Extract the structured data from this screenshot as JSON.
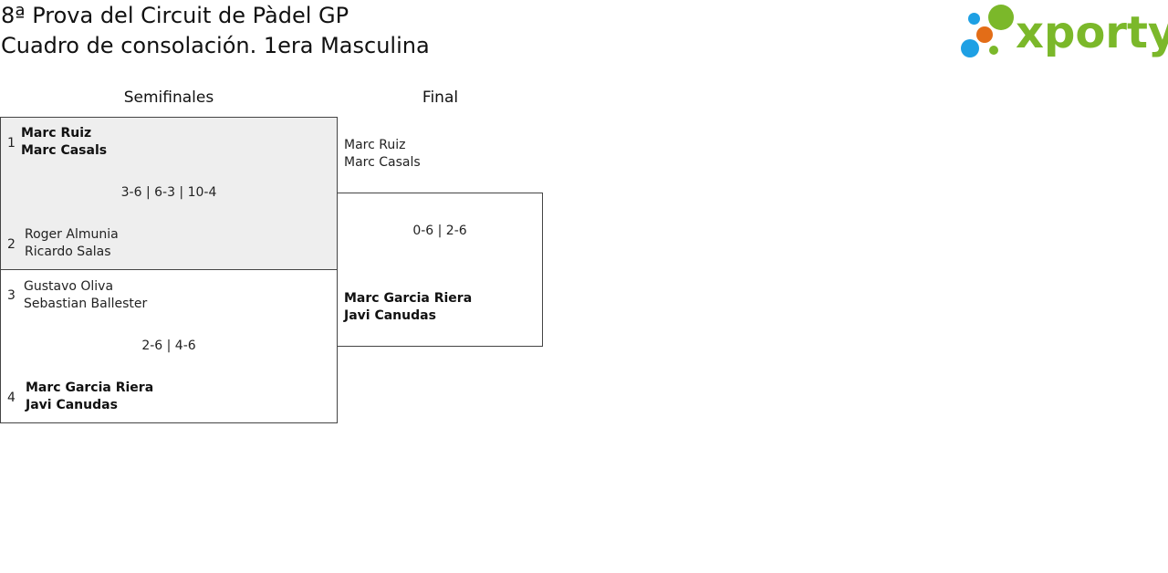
{
  "title": {
    "line1": "8ª Prova del Circuit de Pàdel GP",
    "line2": "Cuadro de consolación. 1era Masculina"
  },
  "logo": {
    "text": "xporty",
    "colors": {
      "blue": "#1ea0e4",
      "orange": "#e36d17",
      "green": "#7bb82a"
    }
  },
  "rounds": {
    "semifinals_label": "Semifinales",
    "final_label": "Final"
  },
  "semifinal_1": {
    "seed_a": "1",
    "team_a": {
      "player1": "Marc Ruiz",
      "player2": "Marc Casals"
    },
    "score": "3-6 | 6-3 | 10-4",
    "seed_b": "2",
    "team_b": {
      "player1": "Roger Almunia",
      "player2": "Ricardo Salas"
    }
  },
  "semifinal_2": {
    "seed_a": "3",
    "team_a": {
      "player1": "Gustavo Oliva",
      "player2": "Sebastian Ballester"
    },
    "score": "2-6 | 4-6",
    "seed_b": "4",
    "team_b": {
      "player1": "Marc Garcia Riera",
      "player2": "Javi Canudas"
    }
  },
  "final": {
    "team_a": {
      "player1": "Marc Ruiz",
      "player2": "Marc Casals"
    },
    "score": "0-6 | 2-6",
    "team_b": {
      "player1": "Marc Garcia Riera",
      "player2": "Javi Canudas"
    }
  }
}
